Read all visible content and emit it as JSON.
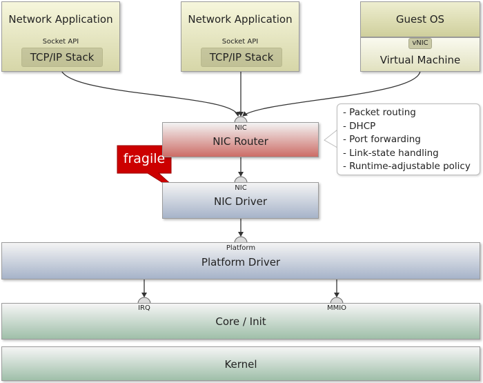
{
  "apps": [
    {
      "title": "Network Application",
      "api": "Socket API",
      "stack": "TCP/IP Stack"
    },
    {
      "title": "Network Application",
      "api": "Socket API",
      "stack": "TCP/IP Stack"
    }
  ],
  "guest": {
    "title": "Guest OS",
    "vnic": "vNIC",
    "vm": "Virtual Machine"
  },
  "router": {
    "port": "NIC",
    "title": "NIC Router"
  },
  "driver": {
    "port": "NIC",
    "title": "NIC Driver"
  },
  "platform": {
    "port": "Platform",
    "title": "Platform Driver"
  },
  "core": {
    "irq": "IRQ",
    "mmio": "MMIO",
    "title": "Core / Init"
  },
  "kernel": {
    "title": "Kernel"
  },
  "fragile": "fragile",
  "features": [
    "- Packet routing",
    "- DHCP",
    "- Port forwarding",
    "- Link-state handling",
    "- Runtime-adjustable policy"
  ],
  "colors": {
    "fragile": "#cc0000",
    "router": "#cc6c66",
    "blue": "#a6b3c9",
    "green": "#9fbfa9",
    "app": "#d6d6a8"
  }
}
